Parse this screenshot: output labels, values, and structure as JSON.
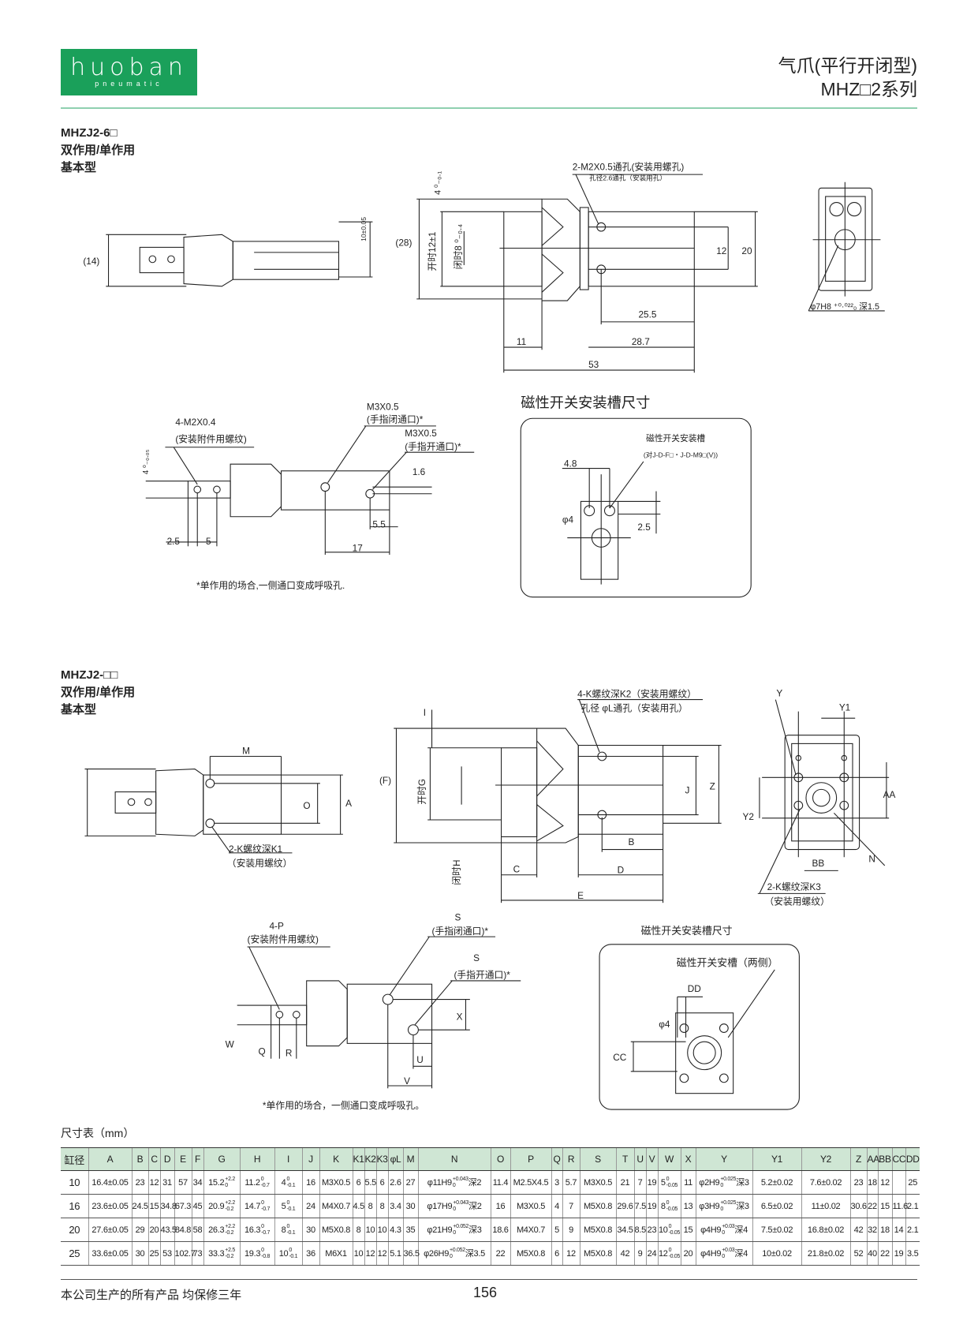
{
  "header": {
    "logo_word": "huoban",
    "logo_sub": "pneumatic",
    "title": "气爪(平行开闭型)",
    "series": "MHZ□2系列"
  },
  "section1": {
    "model": "MHZJ2-6□",
    "action": "双作用/单作用",
    "type": "基本型"
  },
  "section2": {
    "model": "MHZJ2-□□",
    "action": "双作用/单作用",
    "type": "基本型"
  },
  "d1": {
    "h14": "(14)",
    "t10": "10±0.05"
  },
  "d2": {
    "hole": "2-M2X0.5通孔(安装用螺孔)",
    "hole2": "孔径2.6通孔（安装用孔）",
    "t4": "4 ⁰₋₀.₁",
    "h28": "(28)",
    "open": "开时12±1",
    "closed": "闭时8 ⁰₋₀.₄",
    "d12": "12",
    "d20": "20",
    "d255": "25.5",
    "d287": "28.7",
    "d11": "11",
    "d53": "53"
  },
  "d3": {
    "bore": "φ7H8 ⁺⁰·⁰²²₀ 深1.5"
  },
  "d4": {
    "thread": "4-M2X0.4",
    "thread_note": "(安装附件用螺纹)",
    "p1": "M3X0.5",
    "p1_note": "(手指闭通口)*",
    "p2": "M3X0.5",
    "p2_note": "(手指开通口)*",
    "t4": "4 ⁰₋₀.₀₅",
    "d16": "1.6",
    "d55": "5.5",
    "d25": "2.5",
    "d5": "5",
    "d17": "17",
    "note": "*单作用的场合,一侧通口变成呼吸孔."
  },
  "mag1": {
    "title": "磁性开关安装槽尺寸",
    "slot": "磁性开关安装槽",
    "fit": "(对J-D-F□・J-D-M9□(V))",
    "d48": "4.8",
    "phi4": "φ4",
    "d25": "2.5"
  },
  "d5": {
    "M": "M",
    "O": "O",
    "A": "A",
    "k": "2-K螺纹深K1",
    "k_note": "（安装用螺纹）"
  },
  "d6": {
    "k2": "4-K螺纹深K2（安装用螺纹）",
    "L": "孔径 φL通孔（安装用孔）",
    "I": "I",
    "F": "(F)",
    "G": "开时G",
    "J": "J",
    "Z": "Z",
    "B": "B",
    "C": "C",
    "D": "D",
    "H": "闭时H",
    "E": "E"
  },
  "d7": {
    "Y": "Y",
    "Y1": "Y1",
    "AA": "AA",
    "Y2": "Y2",
    "BB": "BB",
    "N": "N",
    "k3": "2-K螺纹深K3",
    "k3_note": "（安装用螺纹）"
  },
  "d8": {
    "P": "4-P",
    "P_note": "(安装附件用螺纹)",
    "S1": "S",
    "S1_note": "(手指闭通口)*",
    "S2": "S",
    "S2_note": "(手指开通口)*",
    "X": "X",
    "W": "W",
    "Q": "Q",
    "R": "R",
    "U": "U",
    "V": "V",
    "note": "*单作用的场合，一侧通口变成呼吸孔。"
  },
  "mag2": {
    "title": "磁性开关安装槽尺寸",
    "slot": "磁性开关安槽（两侧）",
    "DD": "DD",
    "phi4": "φ4",
    "CC": "CC"
  },
  "table": {
    "caption": "尺寸表（mm）",
    "headers": [
      "缸径",
      "A",
      "B",
      "C",
      "D",
      "E",
      "F",
      "G",
      "H",
      "I",
      "J",
      "K",
      "K1",
      "K2",
      "K3",
      "φL",
      "M",
      "N",
      "O",
      "P",
      "Q",
      "R",
      "S",
      "T",
      "U",
      "V",
      "W",
      "X",
      "Y",
      "Y1",
      "Y2",
      "Z",
      "AA",
      "BB",
      "CC",
      "DD"
    ],
    "rows": [
      [
        "10",
        "16.4±0.05",
        "23",
        "12",
        "31",
        "57",
        "34",
        {
          "v": "15.2",
          "up": "+2.2",
          "lo": "0"
        },
        {
          "v": "11.2",
          "up": "0",
          "lo": "-0.7"
        },
        {
          "v": "4",
          "up": "0",
          "lo": "-0.1"
        },
        "16",
        "M3X0.5",
        "6",
        "5.5",
        "6",
        "2.6",
        "27",
        {
          "v": "φ11H9",
          "up": "+0.043",
          "lo": "0",
          "s": "深2"
        },
        "11.4",
        "M2.5X4.5",
        "3",
        "5.7",
        "M3X0.5",
        "21",
        "7",
        "19",
        {
          "v": "5",
          "up": "0",
          "lo": "-0.05"
        },
        "11",
        {
          "v": "φ2H9",
          "up": "+0.025",
          "lo": "0",
          "s": "深3"
        },
        "5.2±0.02",
        "7.6±0.02",
        "23",
        "18",
        "12",
        "",
        "25"
      ],
      [
        "16",
        "23.6±0.05",
        "24.5",
        "15",
        "34.8",
        "67.3",
        "45",
        {
          "v": "20.9",
          "up": "+2.2",
          "lo": "-0.2"
        },
        {
          "v": "14.7",
          "up": "0",
          "lo": "-0.7"
        },
        {
          "v": "5",
          "up": "0",
          "lo": "-0.1"
        },
        "24",
        "M4X0.7",
        "4.5",
        "8",
        "8",
        "3.4",
        "30",
        {
          "v": "φ17H9",
          "up": "+0.043",
          "lo": "0",
          "s": "深2"
        },
        "16",
        "M3X0.5",
        "4",
        "7",
        "M5X0.8",
        "29.6",
        "7.5",
        "19",
        {
          "v": "8",
          "up": "0",
          "lo": "-0.05"
        },
        "13",
        {
          "v": "φ3H9",
          "up": "+0.025",
          "lo": "0",
          "s": "深3"
        },
        "6.5±0.02",
        "11±0.02",
        "30.6",
        "22",
        "15",
        "11.6",
        "2.1"
      ],
      [
        "20",
        "27.6±0.05",
        "29",
        "20",
        "43.5",
        "84.8",
        "58",
        {
          "v": "26.3",
          "up": "+2.2",
          "lo": "-0.2"
        },
        {
          "v": "16.3",
          "up": "0",
          "lo": "-0.7"
        },
        {
          "v": "8",
          "up": "0",
          "lo": "-0.1"
        },
        "30",
        "M5X0.8",
        "8",
        "10",
        "10",
        "4.3",
        "35",
        {
          "v": "φ21H9",
          "up": "+0.052",
          "lo": "0",
          "s": "深3"
        },
        "18.6",
        "M4X0.7",
        "5",
        "9",
        "M5X0.8",
        "34.5",
        "8.5",
        "23",
        {
          "v": "10",
          "up": "0",
          "lo": "-0.05"
        },
        "15",
        {
          "v": "φ4H9",
          "up": "+0.03",
          "lo": "0",
          "s": "深4"
        },
        "7.5±0.02",
        "16.8±0.02",
        "42",
        "32",
        "18",
        "14",
        "2.1"
      ],
      [
        "25",
        "33.6±0.05",
        "30",
        "25",
        "53",
        "102.7",
        "73",
        {
          "v": "33.3",
          "up": "+2.5",
          "lo": "-0.2"
        },
        {
          "v": "19.3",
          "up": "0",
          "lo": "-0.8"
        },
        {
          "v": "10",
          "up": "0",
          "lo": "-0.1"
        },
        "36",
        "M6X1",
        "10",
        "12",
        "12",
        "5.1",
        "36.5",
        {
          "v": "φ26H9",
          "up": "+0.052",
          "lo": "0",
          "s": "深3.5"
        },
        "22",
        "M5X0.8",
        "6",
        "12",
        "M5X0.8",
        "42",
        "9",
        "24",
        {
          "v": "12",
          "up": "0",
          "lo": "-0.05"
        },
        "20",
        {
          "v": "φ4H9",
          "up": "+0.03",
          "lo": "0",
          "s": "深4"
        },
        "10±0.02",
        "21.8±0.02",
        "52",
        "40",
        "22",
        "19",
        "3.5"
      ]
    ]
  },
  "footer": {
    "warranty": "本公司生产的所有产品 均保修三年",
    "page": "156"
  },
  "colors": {
    "brand": "#1aa05a",
    "rule": "#8fd0b0",
    "header_bg": "#cfe6d4"
  }
}
